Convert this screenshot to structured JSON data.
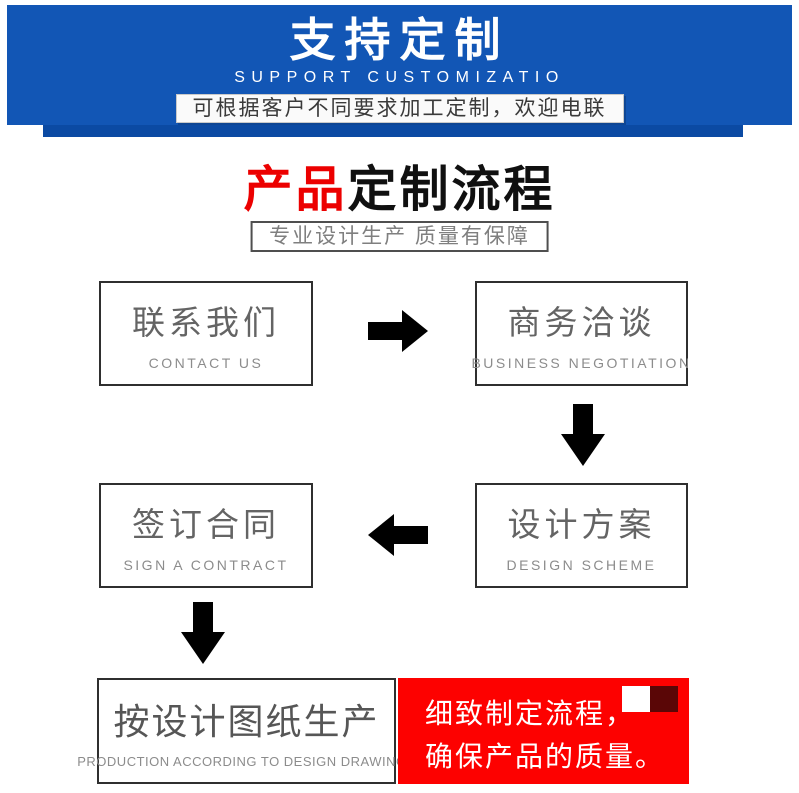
{
  "banner": {
    "title": "支持定制",
    "subtitle": "SUPPORT CUSTOMIZATIO",
    "note": "可根据客户不同要求加工定制，欢迎电联"
  },
  "section": {
    "title_red": "产品",
    "title_black": "定制流程",
    "tagline": "专业设计生产 质量有保障"
  },
  "flow": {
    "steps": [
      {
        "zh": "联系我们",
        "en": "CONTACT US"
      },
      {
        "zh": "商务洽谈",
        "en": "BUSINESS NEGOTIATION"
      },
      {
        "zh": "设计方案",
        "en": "DESIGN SCHEME"
      },
      {
        "zh": "签订合同",
        "en": "SIGN A CONTRACT"
      },
      {
        "zh": "按设计图纸生产",
        "en": "PRODUCTION ACCORDING TO DESIGN DRAWINGS"
      }
    ],
    "arrows": [
      "right",
      "down",
      "left",
      "down"
    ],
    "highlight": {
      "line1": "细致制定流程，",
      "line2": "确保产品的质量。"
    }
  },
  "icons": {
    "arrow_right": "➡",
    "arrow_left": "⬅",
    "arrow_down": "⬇"
  },
  "colors": {
    "banner_blue": "#1256b5",
    "banner_strip_blue": "#0b4aa3",
    "title_accent_red": "#ec0000",
    "highlight_red": "#fd0100",
    "highlight_square_dark": "#5a0606",
    "arrow_black": "#000000"
  }
}
